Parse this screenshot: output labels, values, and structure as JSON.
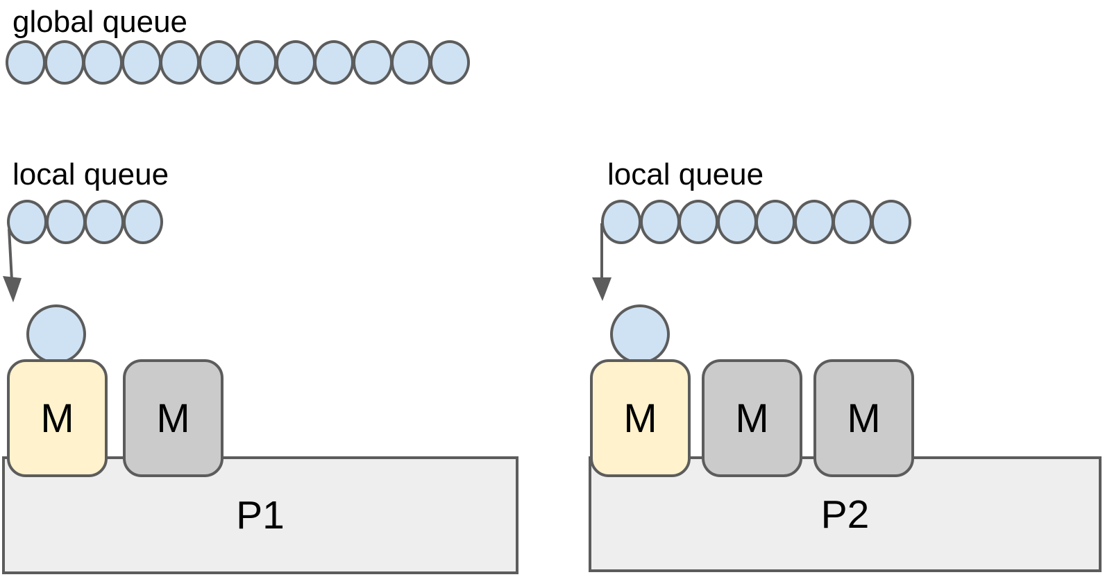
{
  "diagram": "go-scheduler-gmp",
  "colors": {
    "background": "#ffffff",
    "goroutine_fill": "#cfe2f3",
    "outline": "#5c5c5c",
    "machine_active_fill": "#fff2cc",
    "machine_idle_fill": "#cbcbcb",
    "processor_fill": "#eeeeee",
    "arrow": "#616161",
    "text": "#000000"
  },
  "global_queue": {
    "label": "global queue",
    "goroutine_count": 12
  },
  "processors": [
    {
      "label": "P1",
      "local_queue": {
        "label": "local queue",
        "goroutine_count": 4
      },
      "running_goroutines": 1,
      "machines": [
        {
          "label": "M",
          "state": "active"
        },
        {
          "label": "M",
          "state": "idle"
        }
      ]
    },
    {
      "label": "P2",
      "local_queue": {
        "label": "local queue",
        "goroutine_count": 8
      },
      "running_goroutines": 1,
      "machines": [
        {
          "label": "M",
          "state": "active"
        },
        {
          "label": "M",
          "state": "idle"
        },
        {
          "label": "M",
          "state": "idle"
        }
      ]
    }
  ]
}
